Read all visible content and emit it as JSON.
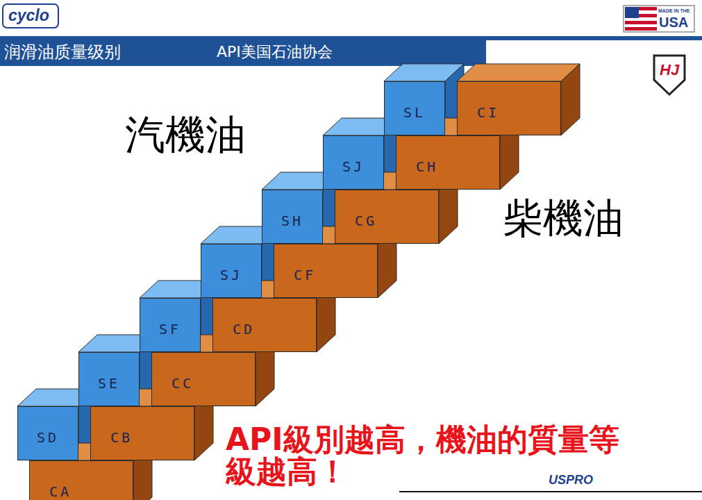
{
  "diagram": {
    "title": "润滑油质量级别",
    "nodes": [
      {
        "text": [
          "SL"
        ]
      },
      {
        "text": [
          "CI"
        ]
      },
      {
        "text": [
          "SJ"
        ]
      },
      {
        "text": [
          "CH"
        ]
      },
      {
        "text": [
          "SH"
        ]
      },
      {
        "text": [
          "CG"
        ]
      },
      {
        "text": [
          "SJ"
        ]
      },
      {
        "text": [
          "CF"
        ]
      },
      {
        "text": [
          "SF"
        ]
      },
      {
        "text": [
          "CD"
        ]
      },
      {
        "text": [
          "SE"
        ]
      },
      {
        "text": [
          "CC"
        ]
      },
      {
        "text": [
          "SD"
        ]
      },
      {
        "text": [
          "CB"
        ]
      },
      {
        "text": [
          "CA"
        ]
      }
    ],
    "labels": [
      "cyclo",
      "MADE IN THE",
      "USA",
      "API美国石油协会",
      "HJ",
      "汽機油",
      "柴機油",
      "API級別越高，機油的質量等級越高！",
      "USPRO"
    ]
  }
}
